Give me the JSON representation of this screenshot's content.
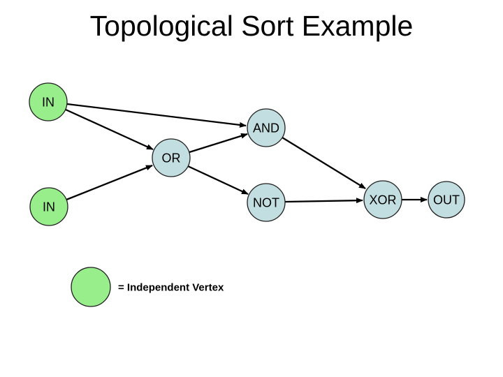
{
  "slide": {
    "title": "Topological Sort Example"
  },
  "graph": {
    "nodes": [
      {
        "id": "in-top",
        "label": "IN",
        "type": "independent"
      },
      {
        "id": "and",
        "label": "AND",
        "type": "dependent"
      },
      {
        "id": "or",
        "label": "OR",
        "type": "dependent"
      },
      {
        "id": "in-bottom",
        "label": "IN",
        "type": "independent"
      },
      {
        "id": "not",
        "label": "NOT",
        "type": "dependent"
      },
      {
        "id": "xor",
        "label": "XOR",
        "type": "dependent"
      },
      {
        "id": "out",
        "label": "OUT",
        "type": "dependent"
      }
    ],
    "edges": [
      {
        "from": "IN (top)",
        "to": "AND"
      },
      {
        "from": "IN (top)",
        "to": "OR"
      },
      {
        "from": "IN (bottom)",
        "to": "OR"
      },
      {
        "from": "OR",
        "to": "AND"
      },
      {
        "from": "OR",
        "to": "NOT"
      },
      {
        "from": "AND",
        "to": "XOR"
      },
      {
        "from": "NOT",
        "to": "XOR"
      },
      {
        "from": "XOR",
        "to": "OUT"
      }
    ],
    "colors": {
      "independent_vertex": "#99EE8C",
      "dependent_vertex": "#C2DEE0",
      "edge": "#000000",
      "node_border": "#1F1F1F"
    }
  },
  "legend": {
    "label": "= Independent Vertex"
  }
}
